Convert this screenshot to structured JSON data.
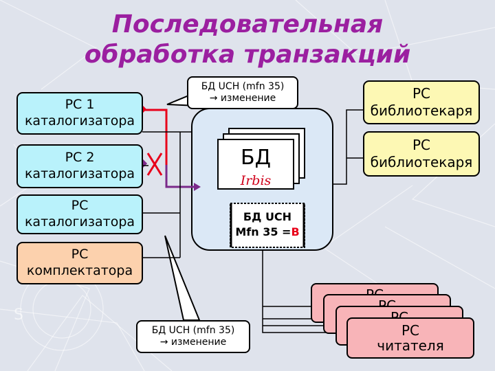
{
  "title_line1": "Последовательная",
  "title_line2": "обработка транзакций",
  "boxes": {
    "pc_cat1": [
      "РС 1",
      "каталогизатора"
    ],
    "pc_cat2": [
      "РС 2",
      "каталогизатора"
    ],
    "pc_cat3": [
      "РС",
      "каталогизатора"
    ],
    "pc_compl": [
      "РС",
      "комплектатора"
    ],
    "pc_lib1": [
      "РС",
      "библиотекаря"
    ],
    "pc_lib2": [
      "РС",
      "библиотекаря"
    ]
  },
  "callout_top": [
    "БД UCH (mfn 35)",
    "→ изменение"
  ],
  "callout_bottom": [
    "БД UCH (mfn 35)",
    "→ изменение"
  ],
  "db": {
    "label": "БД",
    "sub": "Irbis"
  },
  "uch": {
    "line1": "БД UCH",
    "line2_prefix": "Mfn 35 =",
    "line2_value": "B"
  },
  "readers": {
    "r1": "РС",
    "r2": "РС",
    "r3": "РС",
    "r4": [
      "РС",
      "читателя"
    ]
  },
  "blocked_mark": "X",
  "colors": {
    "title": "#9b1fa0",
    "workstation_cat": "#b9f2fb",
    "workstation_lib": "#fdf8b4",
    "workstation_compl": "#fcd1ad",
    "reader": "#f8b4b8",
    "db_server": "#dbe8f6",
    "red_line": "#e8001a",
    "purple_line": "#7b2a8a"
  }
}
